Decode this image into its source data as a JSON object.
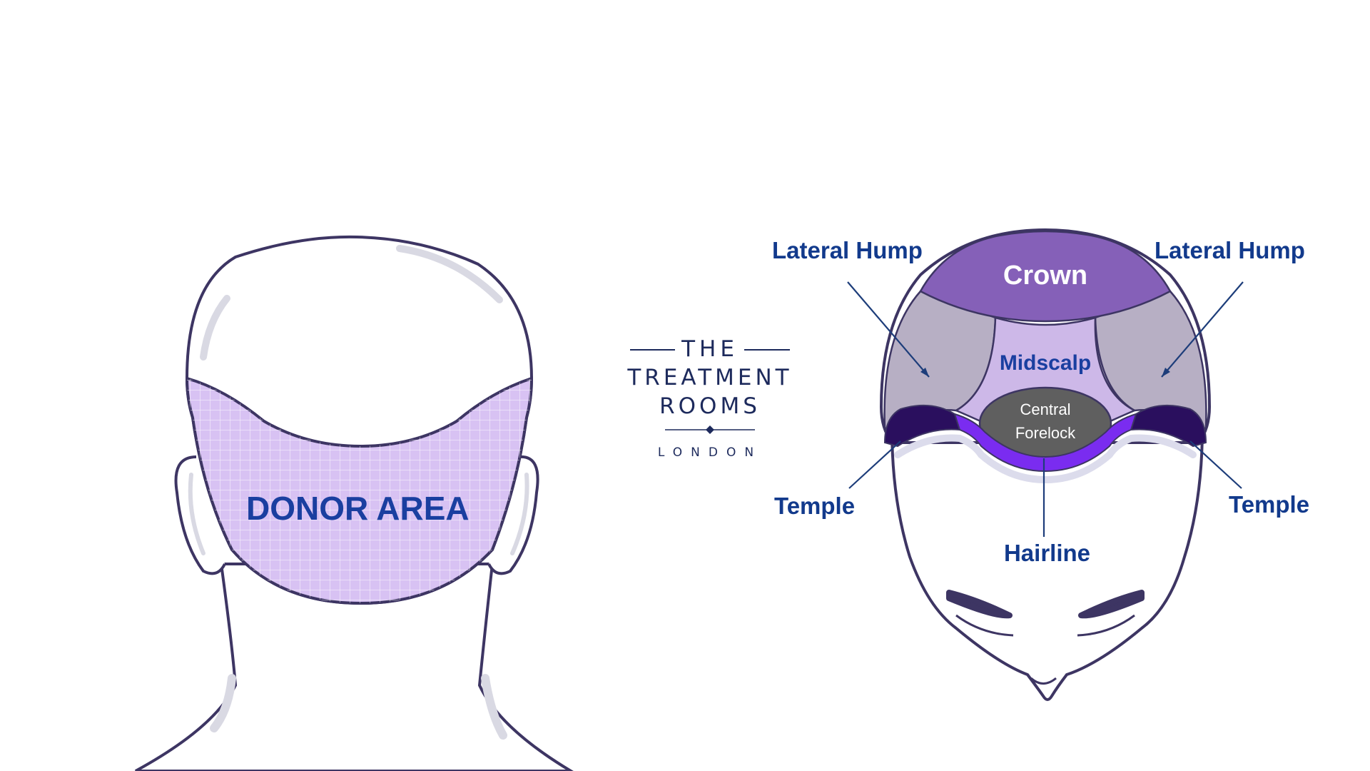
{
  "logo": {
    "line1": "THE",
    "line2": "TREATMENT",
    "line3": "ROOMS",
    "line4": "LONDON"
  },
  "back_head": {
    "region_label": "DONOR AREA"
  },
  "top_head": {
    "regions": {
      "crown": "Crown",
      "midscalp": "Midscalp",
      "central_forelock_line1": "Central",
      "central_forelock_line2": "Forelock"
    },
    "callouts": {
      "lateral_hump_left": "Lateral Hump",
      "lateral_hump_right": "Lateral Hump",
      "temple_left": "Temple",
      "temple_right": "Temple",
      "hairline": "Hairline"
    }
  },
  "colors": {
    "outline": "#3d3563",
    "label_blue": "#123a8c",
    "donor_fill": "#d8c2f3",
    "crown_fill": "#8560b8",
    "lateral_fill": "#b7afc4",
    "midscalp_fill": "#cdb8e8",
    "forelock_fill": "#5f5f5f",
    "temple_fill": "#2a0f5e",
    "hairline_fill": "#7a2cf0",
    "skin_shadow": "#d9d9e3"
  }
}
